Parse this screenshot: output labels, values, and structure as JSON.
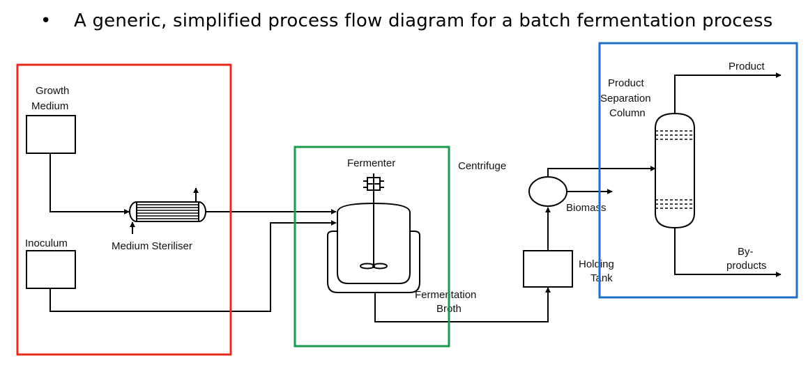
{
  "slide": {
    "bullet": "•",
    "headline": "A generic, simplified process flow diagram for a batch fermentation process"
  },
  "diagram": {
    "labels": {
      "growth_medium_1": "Growth",
      "growth_medium_2": "Medium",
      "inoculum": "Inoculum",
      "medium_steriliser": "Medium Steriliser",
      "fermenter": "Fermenter",
      "fermentation_broth_1": "Fermentation",
      "fermentation_broth_2": "Broth",
      "centrifuge": "Centrifuge",
      "biomass": "Biomass",
      "holding_tank_1": "Holding",
      "holding_tank_2": "Tank",
      "product_separation_1": "Product",
      "product_separation_2": "Separation",
      "product_separation_3": "Column",
      "product": "Product",
      "byproducts_1": "By-",
      "byproducts_2": "products"
    },
    "highlight_colors": {
      "feed_section": "#e8291c",
      "fermentation_section": "#1a9a4a",
      "separation_section": "#1f6fc6"
    }
  }
}
